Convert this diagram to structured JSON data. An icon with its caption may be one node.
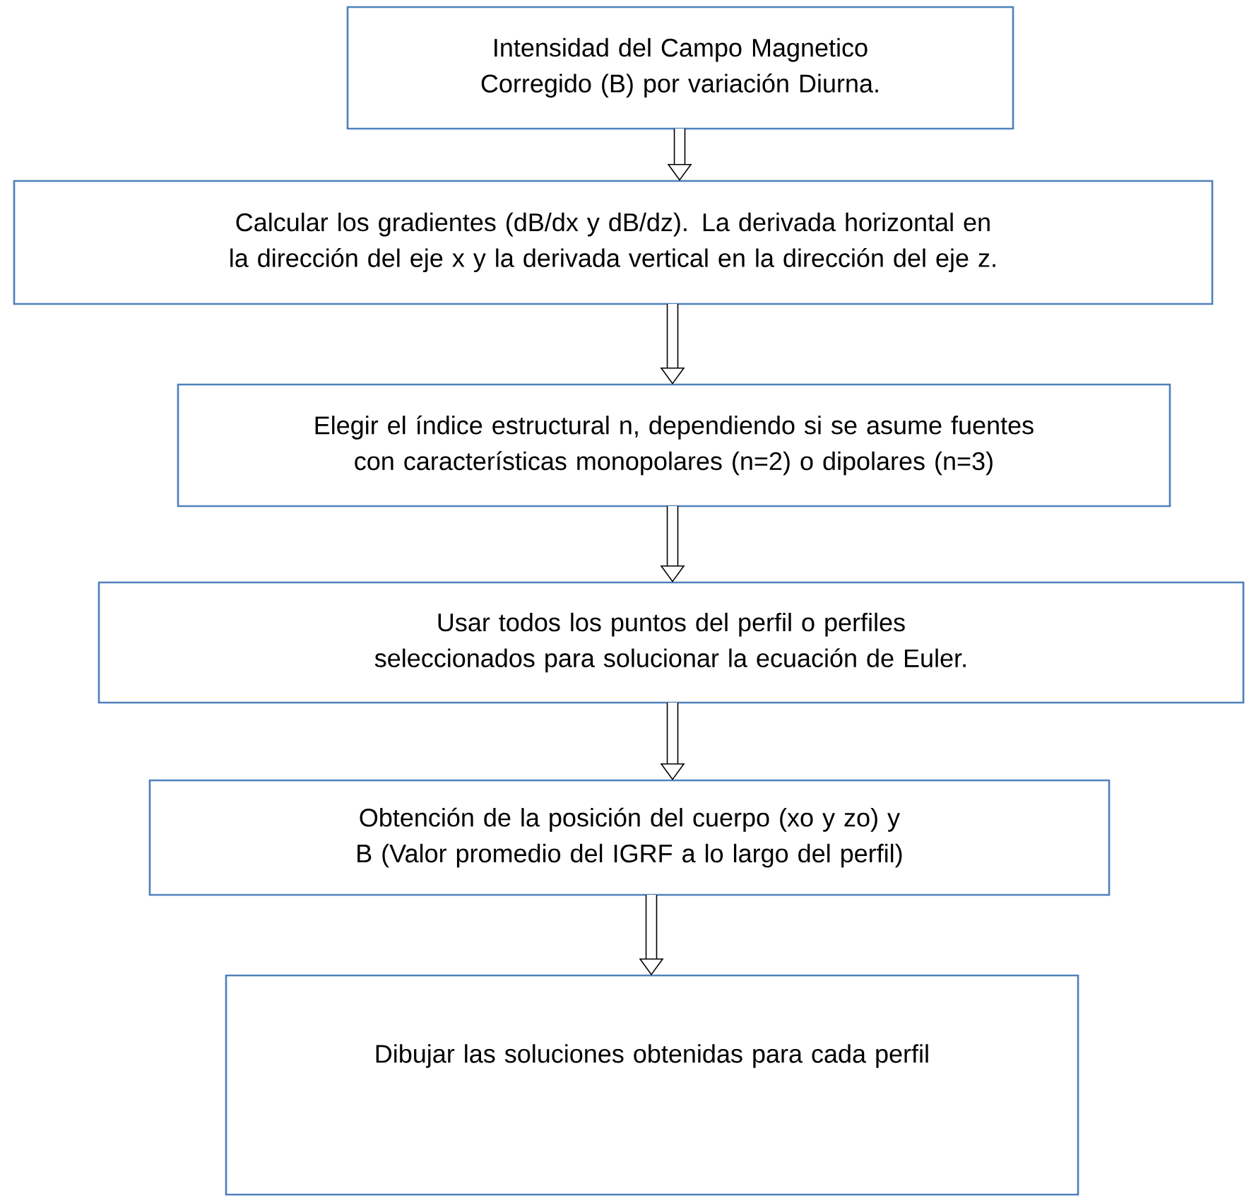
{
  "diagram": {
    "nodes": [
      {
        "text": [
          "Intensidad del Campo Magnetico Corregido (B) por variación Diurna."
        ]
      },
      {
        "text": [
          "Calcular los gradientes (dB/dx y dB/dz).  La  derivada horizontal en la dirección del eje x y la derivada vertical en la dirección del eje z."
        ]
      },
      {
        "text": [
          "Elegir el índice estructural n, dependiendo si se asume fuentes con características monopolares (n=2) o dipolares (n=3)"
        ]
      },
      {
        "text": [
          "Usar todos los puntos del perfil o perfiles seleccionados  para solucionar la ecuación de Euler."
        ]
      },
      {
        "text": [
          "Obtención de la posición del cuerpo (xo y zo) y  B (Valor promedio del IGRF a lo largo del perfil)"
        ]
      },
      {
        "text": [
          "Dibujar las soluciones obtenidas  para cada perfil"
        ]
      }
    ],
    "edges": [
      {
        "from": 0,
        "to": 1,
        "arrow": "to"
      },
      {
        "from": 1,
        "to": 2,
        "arrow": "to"
      },
      {
        "from": 2,
        "to": 3,
        "arrow": "to"
      },
      {
        "from": 3,
        "to": 4,
        "arrow": "to"
      },
      {
        "from": 4,
        "to": 5,
        "arrow": "to"
      }
    ]
  }
}
